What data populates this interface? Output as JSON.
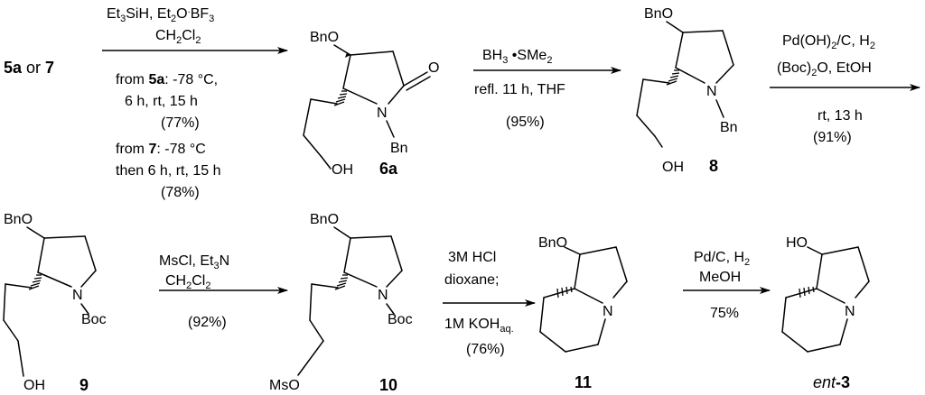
{
  "start_label": {
    "a": "5a",
    "sep": " or ",
    "b": "7"
  },
  "step1": {
    "reagent_line1": {
      "et3": "Et",
      "et3_sub": "3",
      "sih": "SiH, Et",
      "et2_sub": "2",
      "o": "O",
      "bf3": "BF",
      "bf3_sub": "3"
    },
    "reagent_line2": {
      "ch": "CH",
      "ch_sub": "2",
      "cl": "Cl",
      "cl_sub": "2"
    },
    "from_a_prefix": "from ",
    "from_a_cpd": "5a",
    "from_a_cond": ": -78 °C,",
    "from_a_line2": "6 h,  rt, 15 h",
    "from_a_yield": "(77%)",
    "from_b_prefix": "from ",
    "from_b_cpd": "7",
    "from_b_cond": ":  -78 °C",
    "from_b_line2": "then 6 h, rt, 15 h",
    "from_b_yield": "(78%)"
  },
  "step2": {
    "reagent_bh3": "BH",
    "reagent_bh3_sub": "3",
    "reagent_sme": " •SMe",
    "reagent_sme_sub": "2",
    "cond": "refl. 11 h, THF",
    "yield": "(95%)"
  },
  "step3": {
    "reagent_line1": {
      "pd": "Pd(OH)",
      "pd_sub": "2",
      "c": "/C, H",
      "h_sub": "2"
    },
    "reagent_line2": {
      "boc": "(Boc)",
      "boc_sub": "2",
      "rest": "O, EtOH"
    },
    "cond": "rt, 13 h",
    "yield": "(91%)"
  },
  "step4": {
    "reagent_line1": {
      "ms": "MsCl, Et",
      "et_sub": "3",
      "n": "N"
    },
    "reagent_line2": {
      "ch": "CH",
      "ch_sub": "2",
      "cl": "Cl",
      "cl_sub": "2"
    },
    "yield": "(92%)"
  },
  "step5": {
    "line1": "3M HCl",
    "line2": "dioxane;",
    "line3": "1M KOH",
    "line3_sub": "aq.",
    "yield": "(76%)"
  },
  "step6": {
    "line1": "Pd/C, H",
    "line1_sub": "2",
    "line2": "MeOH",
    "yield": "75%"
  },
  "atoms": {
    "bno": "BnO",
    "ho": "HO",
    "oh": "OH",
    "mso": "MsO",
    "n": "N",
    "o": "O",
    "bn": "Bn",
    "boc": "Boc"
  },
  "compounds": {
    "c6a": "6a",
    "c8": "8",
    "c9": "9",
    "c10": "10",
    "c11": "11",
    "ent3_prefix": "ent",
    "ent3_suffix": "-3"
  }
}
